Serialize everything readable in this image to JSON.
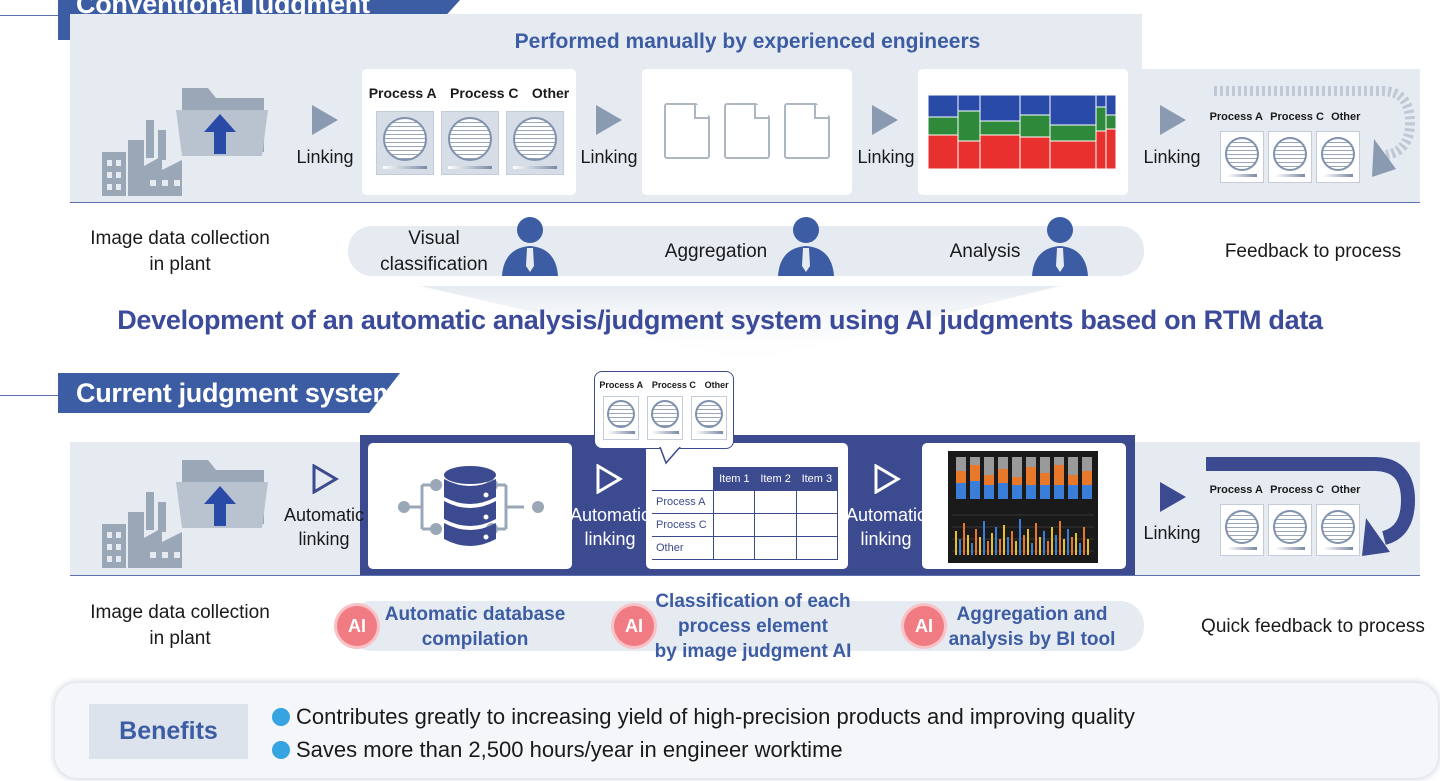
{
  "conventional": {
    "title": "Conventional judgment system",
    "manual_note": "Performed manually by experienced engineers",
    "link_label": "Linking",
    "process_labels": [
      "Process A",
      "Process C",
      "Other"
    ],
    "steps": {
      "collection": "Image data collection\nin plant",
      "visual": "Visual\nclassification",
      "aggregation": "Aggregation",
      "analysis": "Analysis",
      "feedback": "Feedback to process"
    }
  },
  "development_title": "Development of an automatic analysis/judgment system using AI judgments based on RTM data",
  "current": {
    "title": "Current judgment system",
    "auto_link_label": "Automatic\nlinking",
    "link_label": "Linking",
    "process_labels": [
      "Process A",
      "Process C",
      "Other"
    ],
    "table": {
      "columns": [
        "Item 1",
        "Item 2",
        "Item 3"
      ],
      "rows": [
        "Process A",
        "Process C",
        "Other"
      ]
    },
    "steps": {
      "collection": "Image data collection\nin plant",
      "db": "Automatic database\ncompilation",
      "classify": "Classification of each\nprocess element\nby image judgment AI",
      "bi": "Aggregation and\nanalysis by BI tool",
      "feedback": "Quick feedback to process"
    },
    "ai_badge": "AI"
  },
  "benefits": {
    "label": "Benefits",
    "items": [
      "Contributes greatly to increasing yield of high-precision products and improving quality",
      "Saves more than 2,500 hours/year in engineer worktime"
    ]
  },
  "colors": {
    "navy": "#3c4a8f",
    "brand_blue": "#3c5ca3",
    "band": "#e6ebf1",
    "ai_badge": "#f07b82",
    "bullet": "#35a4e0",
    "chart_red": "#e8302e",
    "chart_green": "#2e8a3a",
    "chart_blue": "#2a4aa8"
  }
}
